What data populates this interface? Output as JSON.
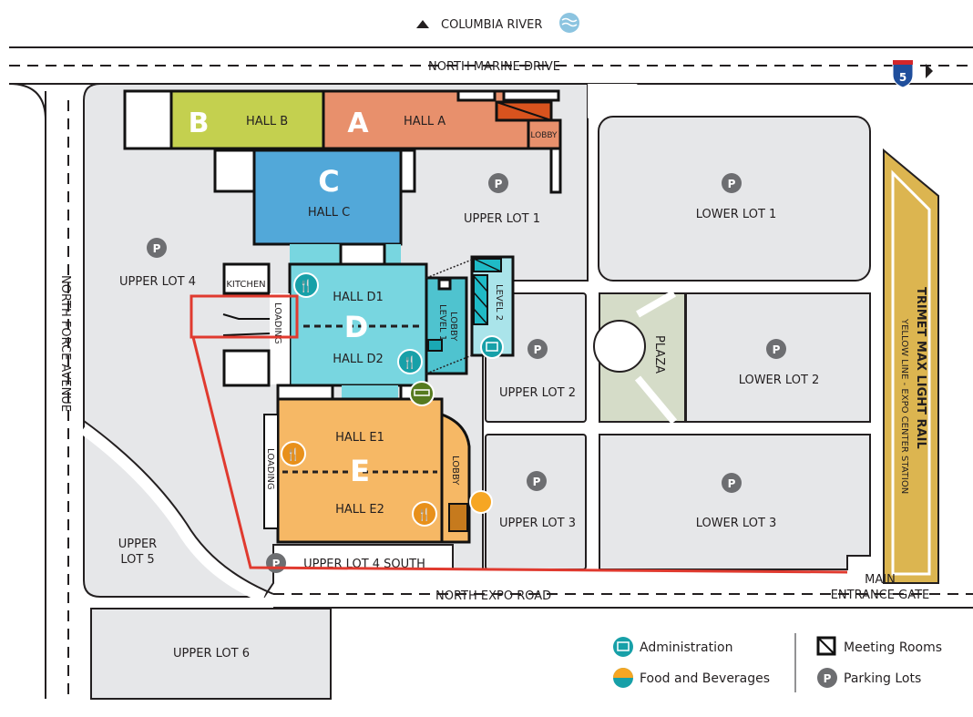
{
  "header": {
    "river_label": "COLUMBIA RIVER",
    "interstate_number": "5"
  },
  "roads": {
    "north_marine_drive": "NORTH MARINE DRIVE",
    "north_force_avenue": "NORTH FORCE AVENUE",
    "north_expo_road": "NORTH EXPO ROAD",
    "main_entrance_line1": "MAIN",
    "main_entrance_line2": "ENTRANCE GATE",
    "rail_line1": "TRIMET MAX LIGHT RAIL",
    "rail_line2": "YELLOW LINE - EXPO CENTER STATION"
  },
  "halls": {
    "a_letter": "A",
    "a_label": "HALL A",
    "a_lobby": "LOBBY",
    "b_letter": "B",
    "b_label": "HALL B",
    "c_letter": "C",
    "c_label": "HALL C",
    "d_letter": "D",
    "d1_label": "HALL D1",
    "d2_label": "HALL D2",
    "d_kitchen": "KITCHEN",
    "d_loading": "LOADING",
    "d_level1_lobby_1": "LEVEL 1",
    "d_level1_lobby_2": "LOBBY",
    "d_level2": "LEVEL 2",
    "e_letter": "E",
    "e1_label": "HALL E1",
    "e2_label": "HALL E2",
    "e_loading": "LOADING",
    "e_lobby": "LOBBY"
  },
  "lots": {
    "upper_lot_1": "UPPER LOT 1",
    "upper_lot_2": "UPPER LOT 2",
    "upper_lot_3": "UPPER LOT 3",
    "upper_lot_4": "UPPER LOT 4",
    "upper_lot_4_south": "UPPER LOT 4 SOUTH",
    "upper_lot_5_line1": "UPPER",
    "upper_lot_5_line2": "LOT 5",
    "upper_lot_6": "UPPER LOT 6",
    "lower_lot_1": "LOWER LOT 1",
    "lower_lot_2": "LOWER LOT 2",
    "lower_lot_3": "LOWER LOT 3",
    "plaza": "PLAZA",
    "parking_symbol": "P"
  },
  "legend": {
    "administration": "Administration",
    "food": "Food and Beverages",
    "meeting_rooms": "Meeting Rooms",
    "parking": "Parking Lots"
  },
  "colors": {
    "hall_a": "#e8906c",
    "hall_b": "#c4d04f",
    "hall_c": "#52a8d9",
    "hall_d": "#78d6e0",
    "hall_e": "#f6b865",
    "rail": "#dcb550",
    "plaza": "#d5dcc8",
    "highlight": "#e03a2f",
    "admin": "#17a0a8",
    "parking": "#6d6e71"
  }
}
